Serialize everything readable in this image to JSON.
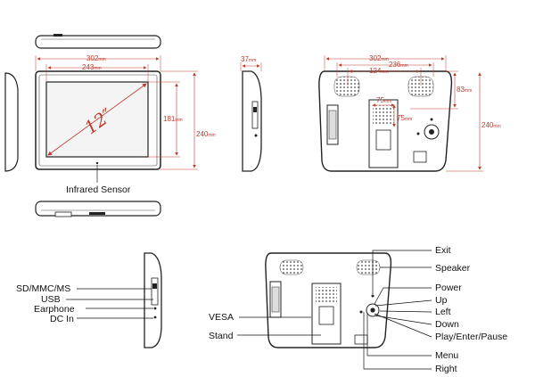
{
  "dimensions": {
    "front_width": {
      "value": "302",
      "unit": "mm"
    },
    "front_screen_width": {
      "value": "243",
      "unit": "mm"
    },
    "front_screen_height": {
      "value": "181",
      "unit": "mm"
    },
    "front_height": {
      "value": "240",
      "unit": "mm"
    },
    "diagonal": "12″",
    "side_depth": {
      "value": "37",
      "unit": "mm"
    },
    "back_width": {
      "value": "302",
      "unit": "mm"
    },
    "back_mount_span": {
      "value": "236",
      "unit": "mm"
    },
    "back_speaker_span": {
      "value": "124",
      "unit": "mm"
    },
    "back_top_offset": {
      "value": "83",
      "unit": "mm"
    },
    "back_height": {
      "value": "240",
      "unit": "mm"
    },
    "vesa_h": {
      "value": "75",
      "unit": "mm"
    },
    "vesa_v": {
      "value": "75",
      "unit": "mm"
    }
  },
  "labels": {
    "infrared": "Infrared Sensor",
    "sd": "SD/MMC/MS",
    "usb": "USB",
    "earphone": "Earphone",
    "dcin": "DC In",
    "vesa": "VESA",
    "stand": "Stand",
    "exit": "Exit",
    "speaker": "Speaker",
    "power": "Power",
    "up": "Up",
    "left": "Left",
    "down": "Down",
    "play": "Play/Enter/Pause",
    "menu": "Menu",
    "right": "Right"
  },
  "colors": {
    "dimension": "#c0392b",
    "outline": "#222222",
    "screen_fill": "#f4f4f4"
  }
}
